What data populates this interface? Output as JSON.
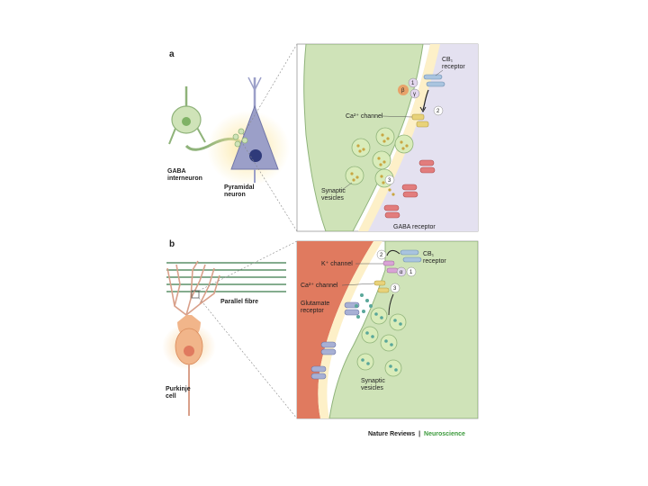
{
  "panel_a": {
    "letter": "a",
    "cells": {
      "interneuron": "GABA interneuron",
      "pyramidal": "Pyramidal neuron"
    },
    "zoom": {
      "cb1_receptor": "CB1 receptor",
      "beta": "β",
      "gamma": "γ",
      "ca_channel": "Ca²⁺ channel",
      "vesicles": "Synaptic vesicles",
      "gaba_receptor": "GABA receptor",
      "step1": "1",
      "step2": "2",
      "step3": "3"
    }
  },
  "panel_b": {
    "letter": "b",
    "cells": {
      "parallel": "Parallel fibre",
      "purkinje": "Purkinje cell"
    },
    "zoom": {
      "k_channel": "K⁺ channel",
      "cb1_receptor": "CB1 receptor",
      "ca_channel": "Ca²⁺ channel",
      "glutamate_receptor": "Glutamate receptor",
      "vesicles": "Synaptic vesicles",
      "alpha": "α",
      "step1": "1",
      "step2": "2",
      "step3": "3"
    }
  },
  "credit": {
    "journal": "Nature Reviews",
    "separator": "|",
    "section": "Neuroscience"
  },
  "colors": {
    "cell_green": "#cfe3b8",
    "green_edge": "#8fb37a",
    "pyramidal_purple": "#9b9fc8",
    "purkinje_orange": "#f1b58a",
    "postsyn_red": "#e07a5f",
    "glow": "#fce9a6",
    "receptor_blue": "#a9c4df",
    "channel_yellow": "#e8d27a",
    "gaba_red": "#e27d7d",
    "k_channel_pink": "#d9a3d6",
    "vesicle_teal": "#5aa79a",
    "accent_green": "#3b9a3b"
  }
}
